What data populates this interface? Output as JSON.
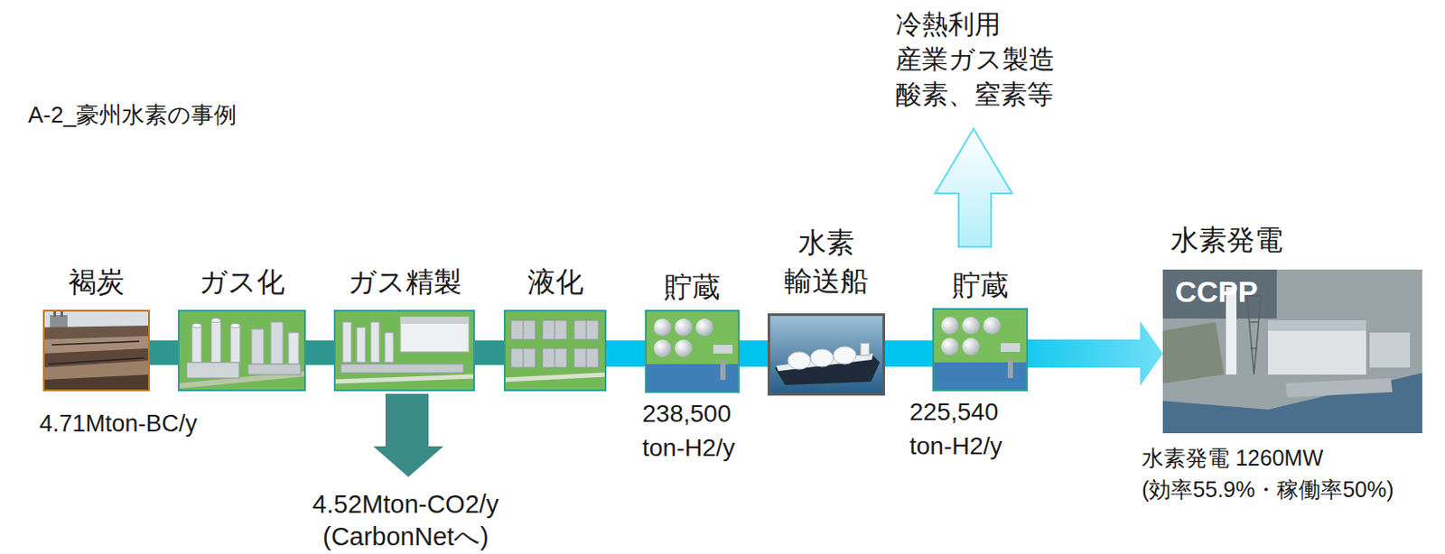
{
  "diagram": {
    "title": "A-2_豪州水素の事例",
    "nodes": [
      {
        "text": [
          "褐炭",
          "4.71Mton-BC/y"
        ]
      },
      {
        "text": [
          "ガス化"
        ]
      },
      {
        "text": [
          "ガス精製"
        ]
      },
      {
        "text": [
          "液化"
        ]
      },
      {
        "text": [
          "貯蔵",
          "238,500 ton-H2/y"
        ]
      },
      {
        "text": [
          "水素 輸送船"
        ]
      },
      {
        "text": [
          "貯蔵",
          "225,540 ton-H2/y"
        ]
      },
      {
        "text": [
          "水素発電",
          "CCPP",
          "水素発電 1260MW (効率55.9%・稼働率50%)"
        ]
      }
    ],
    "edges": [
      {
        "from": 0,
        "to": 1,
        "arrow": "none"
      },
      {
        "from": 1,
        "to": 2,
        "arrow": "none"
      },
      {
        "from": 2,
        "to": 3,
        "arrow": "none"
      },
      {
        "from": 3,
        "to": 4,
        "arrow": "none"
      },
      {
        "from": 4,
        "to": 5,
        "arrow": "none"
      },
      {
        "from": 5,
        "to": 6,
        "arrow": "none"
      },
      {
        "from": 6,
        "to": 7,
        "arrow": "to"
      }
    ],
    "labels": [
      "冷熱利用 産業ガス製造 酸素、窒素等",
      "4.52Mton-CO2/y (CarbonNetへ)"
    ]
  }
}
